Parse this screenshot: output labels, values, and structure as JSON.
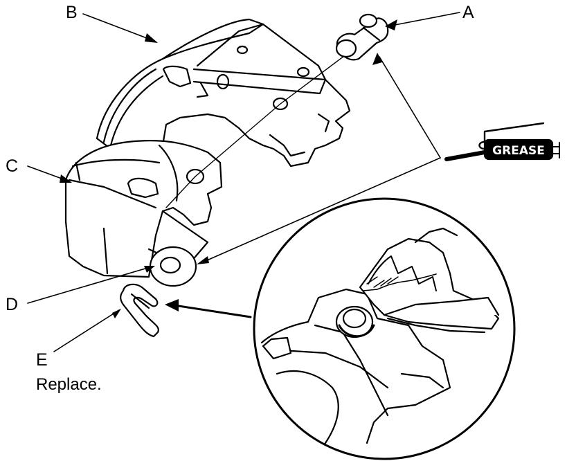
{
  "callouts": {
    "a": "A",
    "b": "B",
    "c": "C",
    "d": "D",
    "e": "E"
  },
  "notes": {
    "e_note": "Replace."
  },
  "grease_label": "GREASE",
  "colors": {
    "ink": "#000000",
    "paper": "#ffffff"
  }
}
